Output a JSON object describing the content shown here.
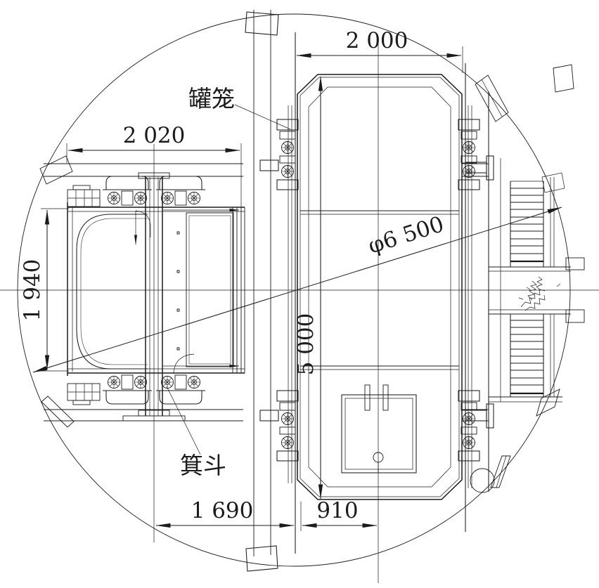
{
  "page": {
    "background": "#ffffff",
    "line_color": "#1b1b1b"
  },
  "drawing": {
    "type": "mine-shaft-cross-section",
    "labels": {
      "cage": "罐笼",
      "skip": "箕斗"
    },
    "dimensions": {
      "cage_width": "2 000",
      "skip_width": "2 020",
      "skip_depth": "1 940",
      "cage_length": "5 000",
      "skip_center_to_rail": "1 690",
      "rail_to_cage_center": "910",
      "shaft_diameter": "φ6 500"
    }
  }
}
